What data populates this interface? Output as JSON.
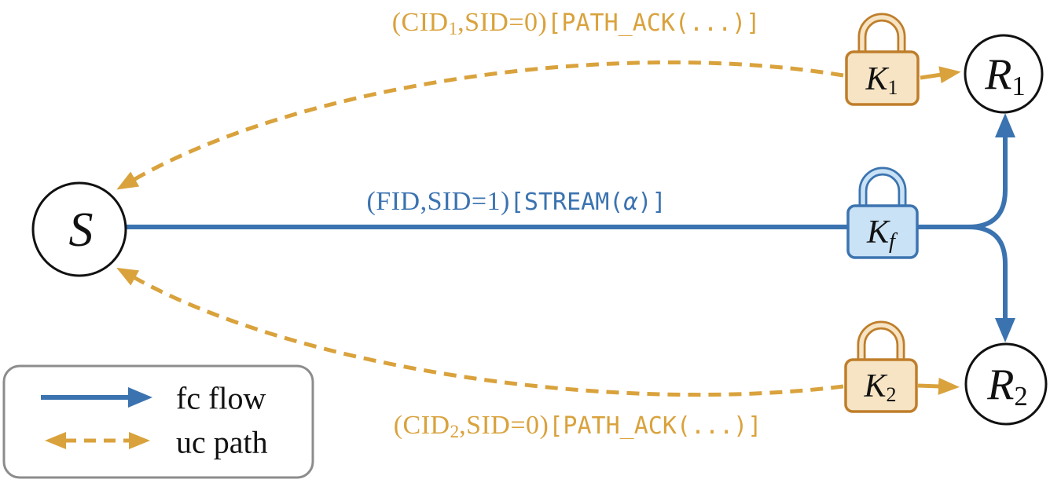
{
  "colors": {
    "orange": "#D9A23C",
    "blue": "#3B73B0",
    "tan_fill": "#F6E4C4",
    "tan_border": "#BF7E2B",
    "blue_fill": "#C9E2F5",
    "blue_border": "#3C74B0",
    "legend_border": "#8C8C8C"
  },
  "nodes": {
    "s": {
      "label": "S"
    },
    "r1": {
      "label": "R",
      "sub": "1"
    },
    "r2": {
      "label": "R",
      "sub": "2"
    }
  },
  "locks": {
    "k1": {
      "label": "K",
      "sub": "1"
    },
    "kf": {
      "label": "K",
      "sub": "f"
    },
    "k2": {
      "label": "K",
      "sub": "2"
    }
  },
  "labels": {
    "top": {
      "prefix": "(CID",
      "sub": "1",
      "serif_rest": ",SID=0)",
      "mono": "[PATH_ACK(...)]"
    },
    "mid": {
      "serif": "(FID,SID=1)",
      "mono_open": "[STREAM(",
      "alpha": "α",
      "mono_close": ")]"
    },
    "bottom": {
      "prefix": "(CID",
      "sub": "2",
      "serif_rest": ",SID=0)",
      "mono": "[PATH_ACK(...)]"
    }
  },
  "legend": {
    "fc_label": "fc flow",
    "uc_label": "uc path"
  }
}
